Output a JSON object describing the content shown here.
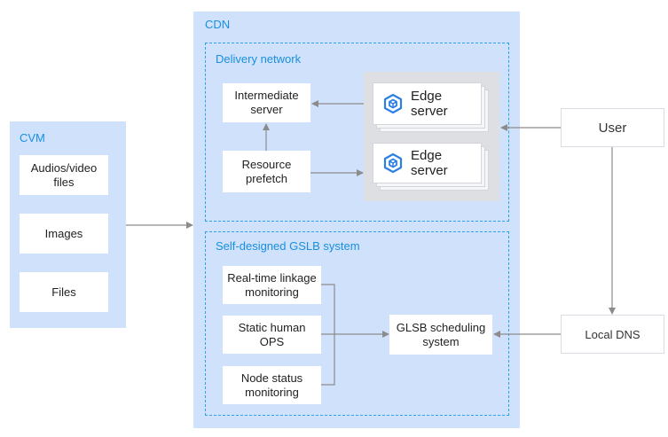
{
  "cvm": {
    "title": "CVM",
    "items": [
      "Audios/video\nfiles",
      "Images",
      "Files"
    ]
  },
  "cdn": {
    "title": "CDN",
    "delivery": {
      "title": "Delivery network",
      "intermediate": "Intermediate\nserver",
      "prefetch": "Resource\nprefetch",
      "edge_servers": [
        "Edge server",
        "Edge server"
      ]
    },
    "gslb": {
      "title": "Self-designed GSLB system",
      "inputs": [
        "Real-time linkage\nmonitoring",
        "Static human\nOPS",
        "Node status\nmonitoring"
      ],
      "scheduler": "GLSB scheduling\nsystem"
    }
  },
  "external": {
    "user": "User",
    "local_dns": "Local DNS"
  },
  "colors": {
    "panel": "#cfe1fb",
    "accent": "#1a8fe0",
    "arrow": "#8c8c8c",
    "edge_icon": "#2d7fe3"
  },
  "icons": {
    "edge": "cube-icon"
  }
}
